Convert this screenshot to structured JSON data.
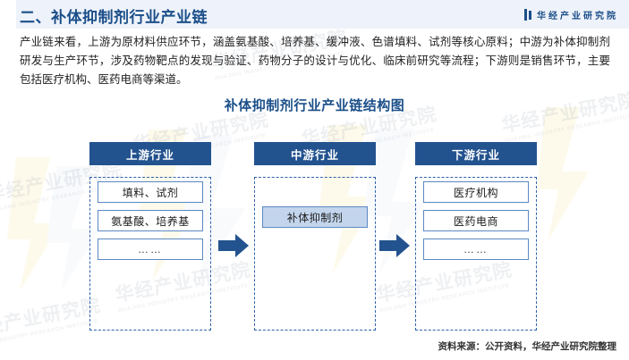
{
  "header": {
    "section_title": "二、补体抑制剂行业产业链",
    "brand_name": "华经产业研究院",
    "band_color": "#eef2fa",
    "title_color": "#1b4f89"
  },
  "intro": {
    "paragraph": "产业链来看，上游为原材料供应环节，涵盖氨基酸、培养基、缓冲液、色谱填料、试剂等核心原料；中游为补体抑制剂研发与生产环节，涉及药物靶点的发现与验证、药物分子的设计与优化、临床前研究等流程；下游则是销售环节，主要包括医疗机构、医药电商等渠道。"
  },
  "figure": {
    "title": "补体抑制剂行业产业链结构图",
    "header_bar_color": "#23538f",
    "dashed_border_color": "#2f62a8",
    "item_border_color": "#5b88c4",
    "highlight_fill": "#c3d5ec",
    "arrow_color": "#23538f",
    "columns": [
      {
        "id": "upstream",
        "header": "上游行业",
        "items": [
          {
            "label": "填料、试剂",
            "highlight": false
          },
          {
            "label": "氨基酸、培养基",
            "highlight": false
          },
          {
            "label": "……",
            "highlight": false
          }
        ]
      },
      {
        "id": "midstream",
        "header": "中游行业",
        "items": [
          {
            "label": "补体抑制剂",
            "highlight": true
          }
        ]
      },
      {
        "id": "downstream",
        "header": "下游行业",
        "items": [
          {
            "label": "医疗机构",
            "highlight": false
          },
          {
            "label": "医药电商",
            "highlight": false
          },
          {
            "label": "……",
            "highlight": false
          }
        ]
      }
    ],
    "arrows": [
      "arrow-upstream-to-midstream",
      "arrow-midstream-to-downstream"
    ]
  },
  "footer": {
    "source": "资料来源：公开资料，华经产业研究院整理"
  },
  "watermarks": {
    "main_text": "华经产业研究院",
    "sub_text": "HUAJING INDUSTRY RESEARCH INSTITUTE"
  }
}
